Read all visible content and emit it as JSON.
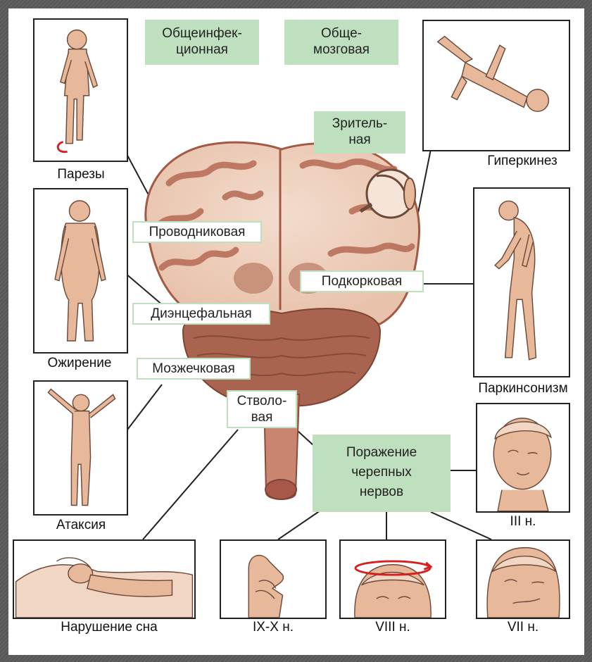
{
  "top_labels": {
    "general_infectious": [
      "Общеинфек-",
      "ционная"
    ],
    "general_cerebral": [
      "Обще-",
      "мозговая"
    ],
    "visual": [
      "Зритель-",
      "ная"
    ]
  },
  "brain_labels": {
    "conductive": "Проводниковая",
    "subcortical": "Подкорковая",
    "diencephalic": "Диэнцефальная",
    "cerebellar": "Мозжечковая",
    "brainstem": [
      "Стволо-",
      "вая"
    ],
    "cranial_nerves": [
      "Поражение",
      "черепных",
      "нервов"
    ]
  },
  "captions": {
    "paresis": "Парезы",
    "hyperkinesis": "Гиперкинез",
    "obesity": "Ожирение",
    "parkinsonism": "Паркинсонизм",
    "ataxia": "Атаксия",
    "nerve_3": "III н.",
    "sleep": "Нарушение  сна",
    "nerve_9_10": "IX-X  н.",
    "nerve_8": "VIII  н.",
    "nerve_7": "VII н."
  },
  "colors": {
    "skin": "#e8b89a",
    "skin_line": "#6b4a3a",
    "brain_cortex": "#b56a55",
    "brain_white": "#f2d6c4",
    "label_green": "#bfe0bf",
    "arrow_red": "#d42020"
  }
}
